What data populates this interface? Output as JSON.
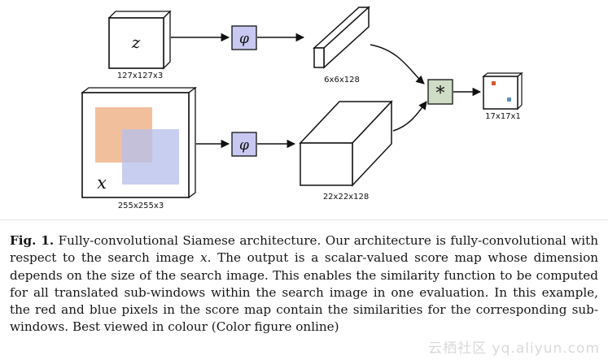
{
  "diagram": {
    "exemplar": {
      "symbol": "z",
      "size_label": "127x127x3"
    },
    "search": {
      "symbol": "x",
      "size_label": "255x255x3"
    },
    "embedding": {
      "symbol": "φ"
    },
    "exemplar_features": {
      "size_label": "6x6x128"
    },
    "search_features": {
      "size_label": "22x22x128"
    },
    "correlation": {
      "symbol": "*"
    },
    "score_map": {
      "size_label": "17x17x1"
    },
    "colors": {
      "embedding_fill": "#c8c8f2",
      "correlation_fill": "#cfdcc6",
      "red_window": "#f0b48c",
      "blue_window": "#b8c0ea",
      "red_pixel": "#d05a32",
      "blue_pixel": "#5f8fbf"
    }
  },
  "caption": {
    "label": "Fig. 1.",
    "text_before_x": " Fully-convolutional Siamese architecture. Our architecture is fully-convolutional with respect to the search image ",
    "math_x": "x",
    "text_after_x": ". The output is a scalar-valued score map whose dimension depends on the size of the search image. This enables the similarity function to be computed for all translated sub-windows within the search image in one evaluation. In this example, the red and blue pixels in the score map contain the similarities for the corresponding sub-windows. Best viewed in colour (Color figure online)"
  },
  "watermark": "云栖社区 yq.aliyun.com"
}
